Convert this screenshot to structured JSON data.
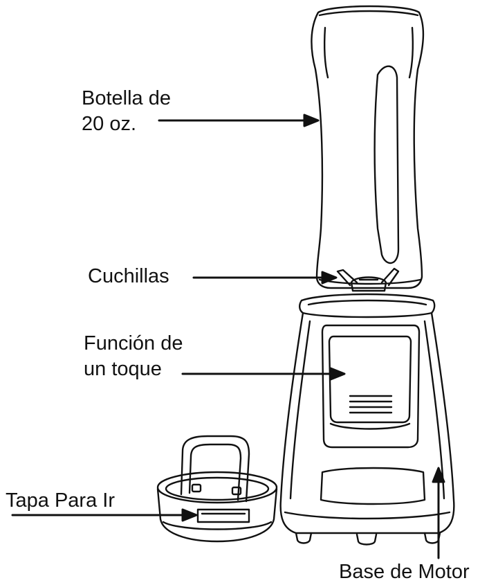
{
  "labels": {
    "botella": [
      "Botella de",
      "20 oz."
    ],
    "cuchillas": [
      "Cuchillas"
    ],
    "funcion": [
      "Función de",
      "un toque"
    ],
    "tapa": [
      "Tapa Para Ir"
    ],
    "base": [
      "Base de Motor"
    ]
  },
  "colors": {
    "line": "#111111",
    "background": "#ffffff"
  }
}
